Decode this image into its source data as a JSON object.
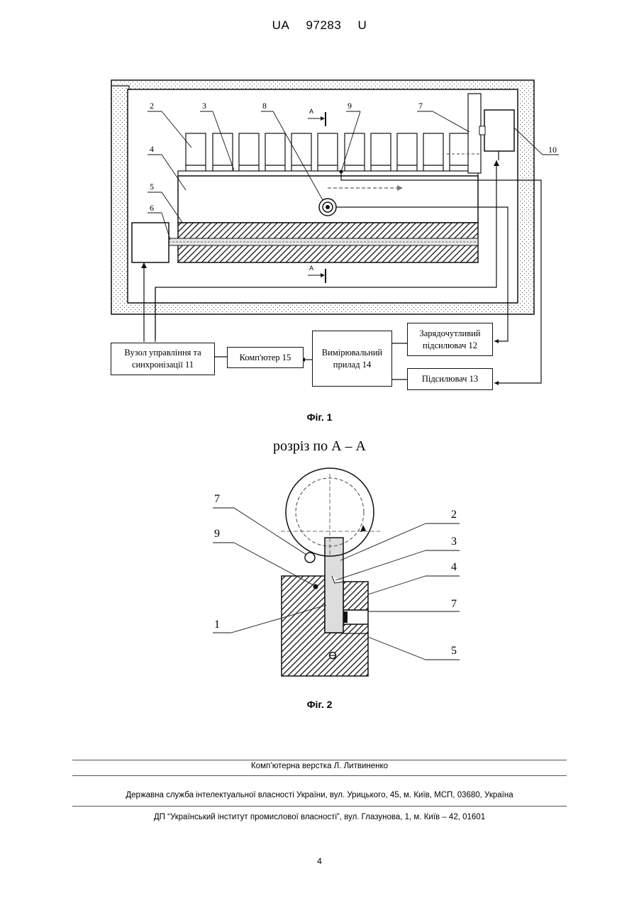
{
  "header": {
    "country": "UA",
    "number": "97283",
    "kind": "U"
  },
  "fig1": {
    "caption": "Фіг. 1",
    "labels": [
      "2",
      "3",
      "8",
      "9",
      "7",
      "4",
      "5",
      "6",
      "10",
      "A",
      "A"
    ],
    "boxes": {
      "control": "Вузол управління та синхронізації 11",
      "computer": "Комп'ютер 15",
      "instrument": "Вимірювальний прилад 14",
      "charge_amp": "Зарядочутливий підсилювач 12",
      "amp": "Підсилювач 13"
    }
  },
  "section": {
    "title": "розріз по А – А"
  },
  "fig2": {
    "caption": "Фіг. 2",
    "labels": [
      "7",
      "9",
      "1",
      "2",
      "3",
      "4",
      "7",
      "5"
    ]
  },
  "footer": {
    "layout": "Комп’ютерна верстка Л. Литвиненко",
    "agency": "Державна служба інтелектуальної власності України, вул. Урицького, 45, м. Київ, МСП, 03680, Україна",
    "institute": "ДП “Український інститут промислової власності”, вул. Глазунова, 1, м. Київ – 42, 01601",
    "page": "4"
  }
}
